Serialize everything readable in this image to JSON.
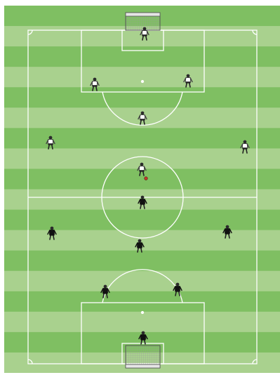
{
  "pitch": {
    "grass_light": "#a9d18e",
    "grass_dark": "#7fbf62",
    "line_color": "#ffffff",
    "stripe_count": 18
  },
  "teams": {
    "white": {
      "shirt": "#ffffff",
      "outline": "#222222"
    },
    "black": {
      "shirt": "#111111",
      "outline": "#111111"
    }
  },
  "ball": {
    "color": "#c0392b"
  },
  "goals": [
    "top-goal",
    "bottom-goal"
  ],
  "players": [
    {
      "id": "white-goalkeeper",
      "team": "white"
    },
    {
      "id": "white-left-back",
      "team": "white"
    },
    {
      "id": "white-right-back",
      "team": "white"
    },
    {
      "id": "white-center-mid",
      "team": "white"
    },
    {
      "id": "white-left-wing",
      "team": "white"
    },
    {
      "id": "white-right-wing",
      "team": "white"
    },
    {
      "id": "white-forward-with-ball",
      "team": "white"
    },
    {
      "id": "black-center-forward",
      "team": "black"
    },
    {
      "id": "black-left-mid",
      "team": "black"
    },
    {
      "id": "black-right-mid",
      "team": "black"
    },
    {
      "id": "black-center-mid",
      "team": "black"
    },
    {
      "id": "black-left-back",
      "team": "black"
    },
    {
      "id": "black-right-back",
      "team": "black"
    },
    {
      "id": "black-goalkeeper",
      "team": "black"
    }
  ]
}
